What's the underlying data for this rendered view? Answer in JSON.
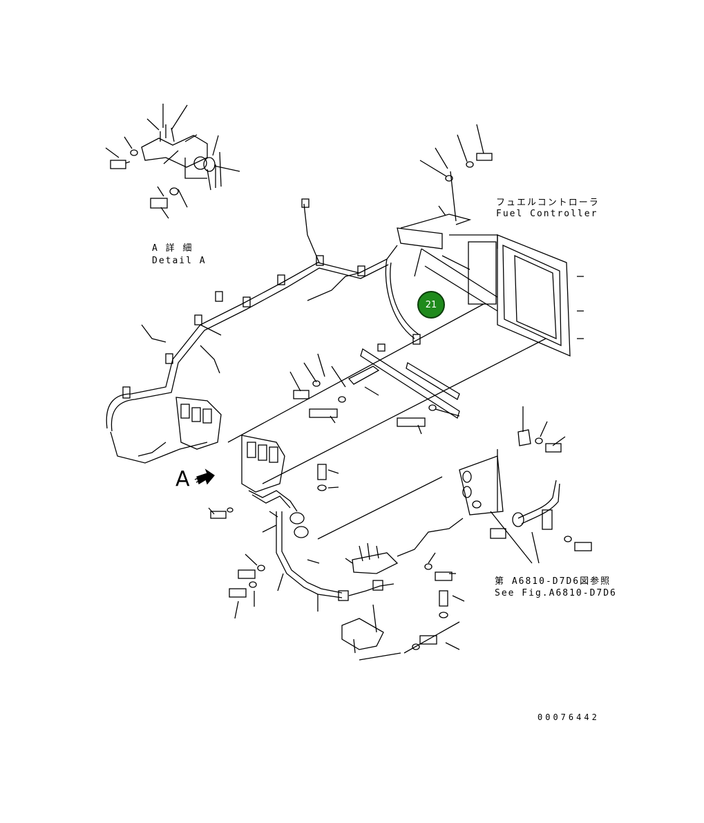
{
  "labels": {
    "fuel_controller_jp": "フュエルコントローラ",
    "fuel_controller_en": "Fuel Controller",
    "detail_a_jp": "A 詳 細",
    "detail_a_en": "Detail A",
    "view_a": "A",
    "see_fig_jp": "第 A6810-D7D6図参照",
    "see_fig_en": "See Fig.A6810-D7D6",
    "drawing_number": "00076442"
  },
  "marker": {
    "label": "21",
    "color": "#1f8a1c"
  },
  "colors": {
    "line": "#000000",
    "background": "#ffffff"
  }
}
